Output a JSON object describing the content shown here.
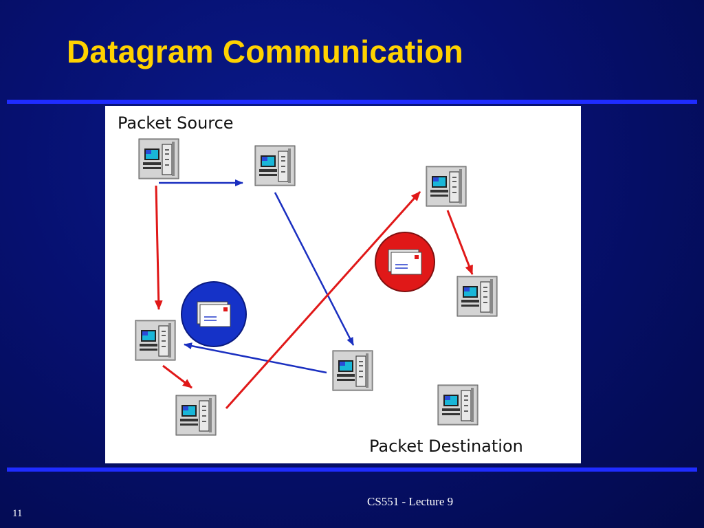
{
  "slide": {
    "title": "Datagram Communication",
    "footer": "CS551 - Lecture 9",
    "slide_number": "11"
  },
  "diagram": {
    "labels": {
      "source": "Packet Source",
      "destination": "Packet Destination"
    },
    "nodes": [
      "computer-icon",
      "computer-icon",
      "computer-icon",
      "computer-icon",
      "computer-icon",
      "computer-icon",
      "computer-icon",
      "computer-icon"
    ],
    "packets": [
      {
        "color": "#1532c8",
        "icon": "envelope-icon"
      },
      {
        "color": "#e01818",
        "icon": "envelope-icon"
      }
    ],
    "paths": {
      "blue": "#1a2fc0",
      "red": "#e01818"
    }
  }
}
